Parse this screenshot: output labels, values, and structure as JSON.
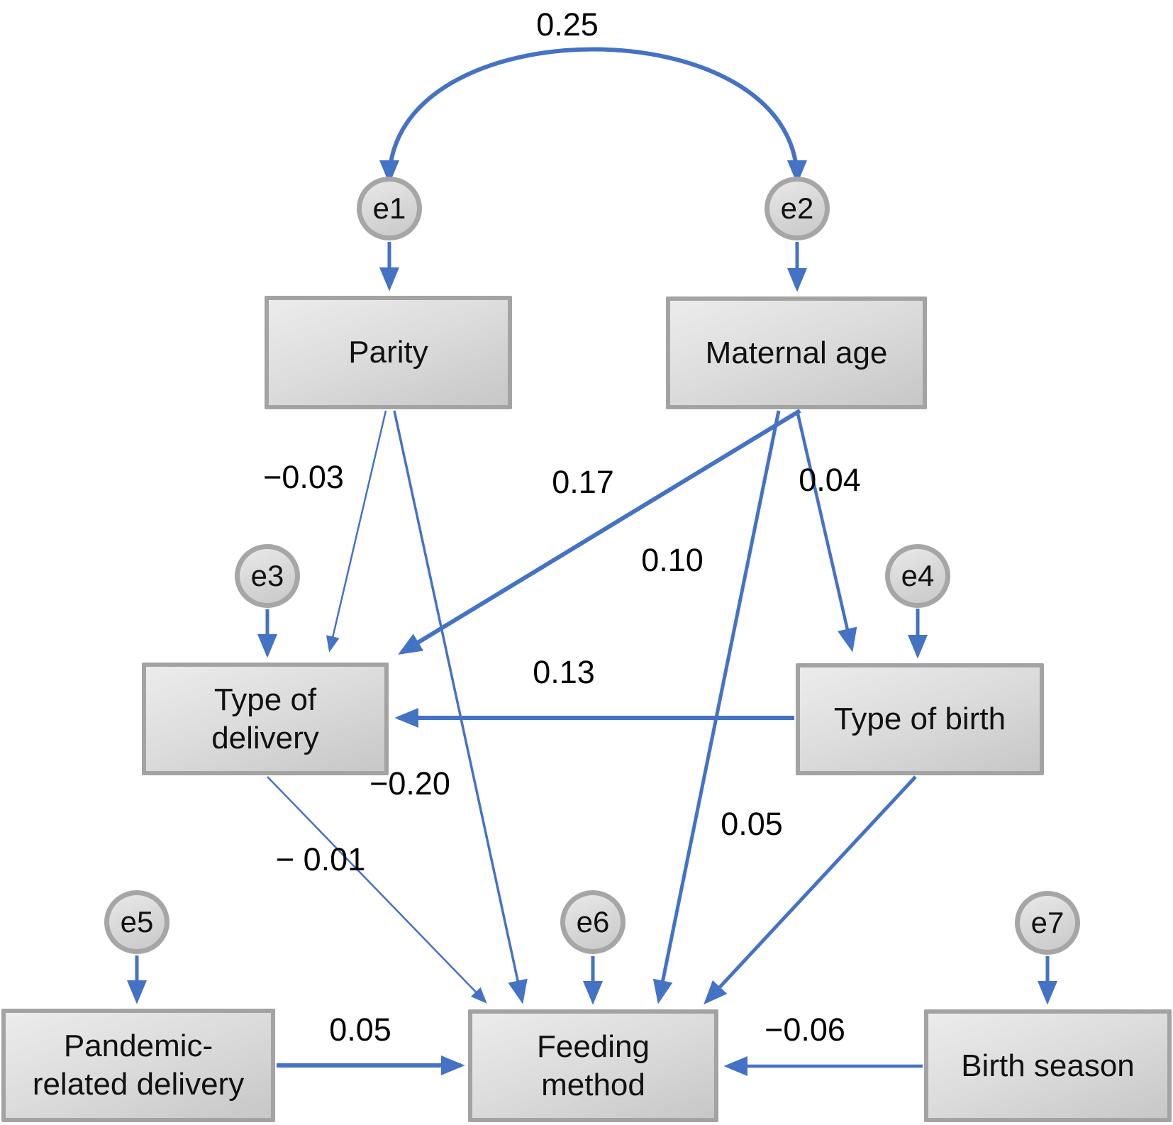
{
  "figure": {
    "background": "#ffffff",
    "arrow_color": "#4472c4",
    "node_fill": "#d9d9d9",
    "node_border": "#a3a3a3"
  },
  "diagram": {
    "nodes": [
      {
        "id": "parity",
        "label": "Parity"
      },
      {
        "id": "maternal_age",
        "label": "Maternal age"
      },
      {
        "id": "type_of_delivery",
        "label": "Type of\ndelivery"
      },
      {
        "id": "type_of_birth",
        "label": "Type of birth"
      },
      {
        "id": "pandemic_related_delivery",
        "label": "Pandemic-\nrelated delivery"
      },
      {
        "id": "feeding_method",
        "label": "Feeding\nmethod"
      },
      {
        "id": "birth_season",
        "label": "Birth season"
      }
    ],
    "error_terms": [
      {
        "id": "e1",
        "label": "e1",
        "attached_to": "Parity"
      },
      {
        "id": "e2",
        "label": "e2",
        "attached_to": "Maternal age"
      },
      {
        "id": "e3",
        "label": "e3",
        "attached_to": "Type of delivery"
      },
      {
        "id": "e4",
        "label": "e4",
        "attached_to": "Type of birth"
      },
      {
        "id": "e5",
        "label": "e5",
        "attached_to": "Pandemic-related delivery"
      },
      {
        "id": "e6",
        "label": "e6",
        "attached_to": "Feeding method"
      },
      {
        "id": "e7",
        "label": "e7",
        "attached_to": "Birth season"
      }
    ],
    "paths": [
      {
        "from": "e1",
        "to": "e2",
        "coefficient": "0.25"
      },
      {
        "from": "Parity",
        "to": "Type of delivery",
        "coefficient": "−0.03"
      },
      {
        "from": "Maternal age",
        "to": "Type of delivery",
        "coefficient": "0.17"
      },
      {
        "from": "Maternal age",
        "to": "Type of birth",
        "coefficient": "0.04"
      },
      {
        "from": "Maternal age",
        "to": "Feeding method",
        "coefficient": "0.10"
      },
      {
        "from": "Type of birth",
        "to": "Type of delivery",
        "coefficient": "0.13"
      },
      {
        "from": "Parity",
        "to": "Feeding method",
        "coefficient": "−0.20"
      },
      {
        "from": "Type of delivery",
        "to": "Feeding method",
        "coefficient": "− 0.01"
      },
      {
        "from": "Type of birth",
        "to": "Feeding method",
        "coefficient": "0.05"
      },
      {
        "from": "Pandemic-related delivery",
        "to": "Feeding method",
        "coefficient": "0.05"
      },
      {
        "from": "Birth season",
        "to": "Feeding method",
        "coefficient": "−0.06"
      }
    ]
  }
}
